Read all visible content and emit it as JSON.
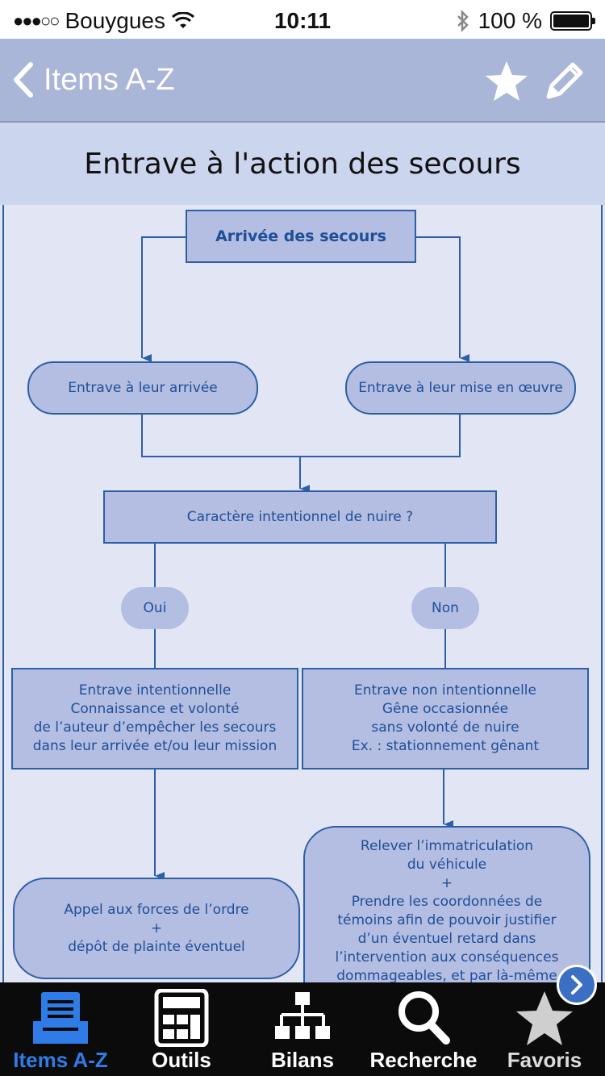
{
  "status_bar": {
    "carrier": "Bouygues",
    "time": "10:11",
    "battery": "100 %"
  },
  "nav": {
    "back_label": "Items A-Z",
    "favorite_icon": "star-icon",
    "edit_icon": "pencil-icon"
  },
  "page_title": "Entrave à l'action des secours",
  "flowchart": {
    "start": "Arrivée des secours",
    "branch_left": "Entrave à leur arrivée",
    "branch_right": "Entrave à leur mise en œuvre",
    "question": "Caractère intentionnel de nuire ?",
    "answer_yes": "Oui",
    "answer_no": "Non",
    "intentional_lines": [
      "Entrave intentionnelle",
      "Connaissance et volonté",
      "de l’auteur d’empêcher les secours",
      "dans leur arrivée et/ou leur mission"
    ],
    "unintentional_lines": [
      "Entrave non intentionnelle",
      "Gêne occasionnée",
      "sans volonté de nuire",
      "Ex. : stationnement gênant"
    ],
    "action_left_lines": [
      "Appel aux forces de l’ordre",
      "+",
      "dépôt de plainte éventuel"
    ],
    "action_right_lines": [
      "Relever l’immatriculation",
      "du véhicule",
      "+",
      "Prendre les coordonnées de",
      "témoins afin de pouvoir justifier",
      "d’un éventuel retard dans",
      "l’intervention aux conséquences",
      "dommageables, et par là-même"
    ]
  },
  "tab_bar": {
    "tabs": [
      {
        "label": "Items A-Z",
        "icon": "inbox-icon",
        "active": true
      },
      {
        "label": "Outils",
        "icon": "calculator-icon",
        "active": false
      },
      {
        "label": "Bilans",
        "icon": "hierarchy-icon",
        "active": false
      },
      {
        "label": "Recherche",
        "icon": "search-icon",
        "active": false
      },
      {
        "label": "Favoris",
        "icon": "star-icon",
        "active": false
      }
    ]
  },
  "colors": {
    "nav": "#aab6d8",
    "title_bar": "#ccd5ee",
    "node_fill": "#b4bde2",
    "node_stroke": "#2d5fa7",
    "accent": "#2f7ce8"
  }
}
